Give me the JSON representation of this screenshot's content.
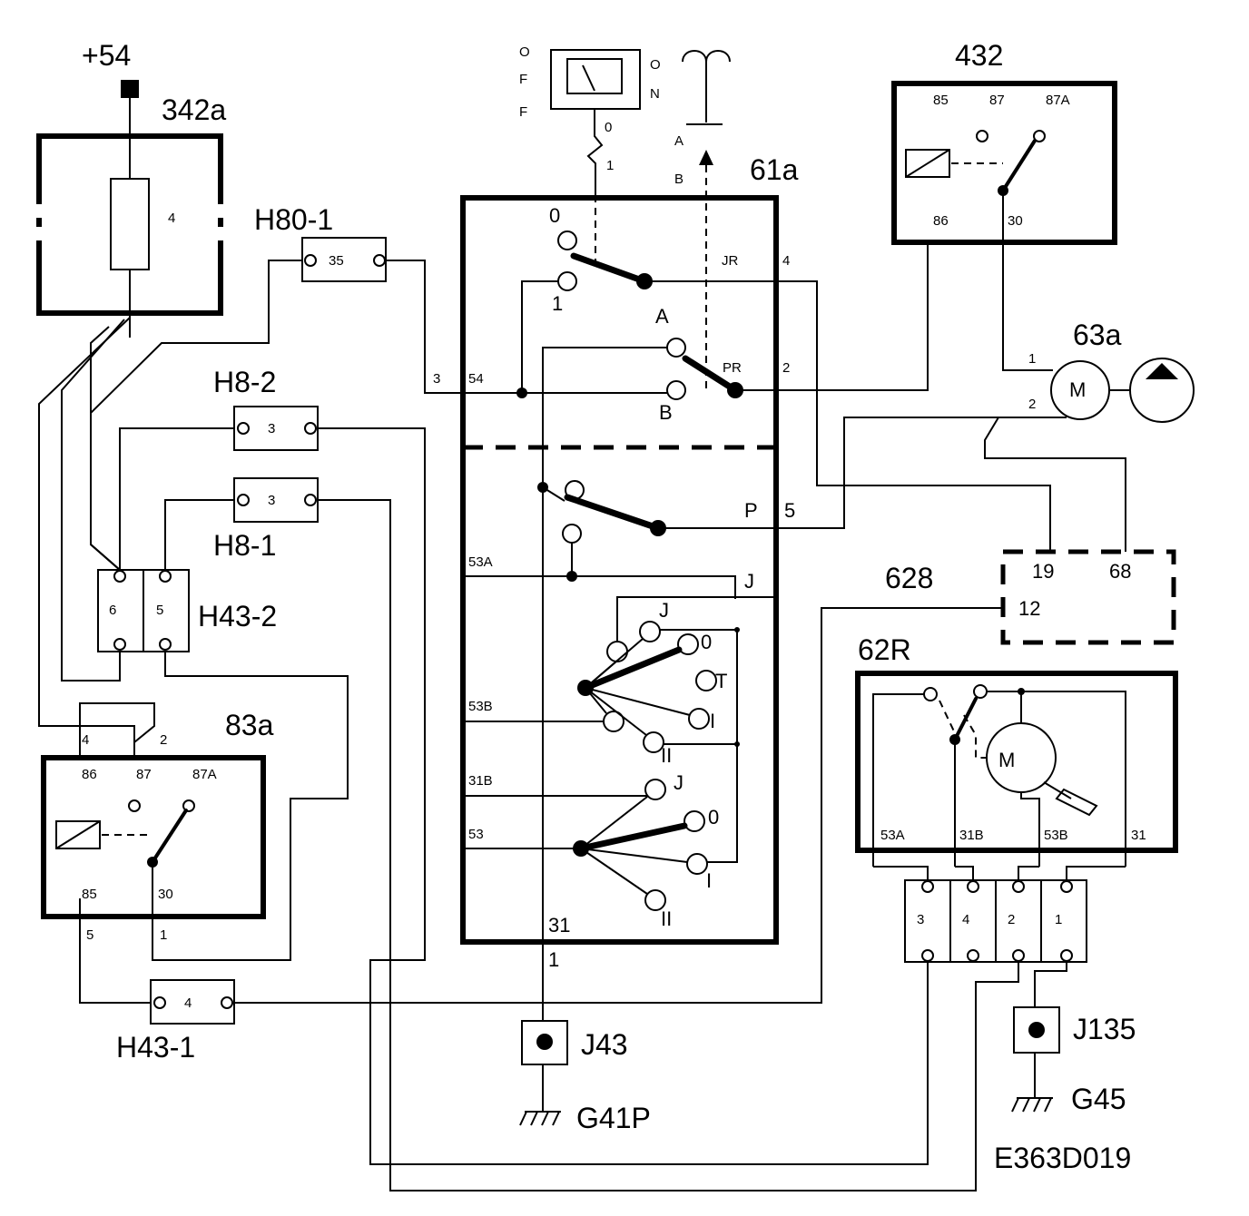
{
  "diagram_id": "E363D019",
  "components": {
    "supply": "+54",
    "fuse_342a": {
      "id": "342a",
      "fuse": "4"
    },
    "relay_432": {
      "id": "432",
      "pins": [
        "85",
        "87",
        "87A",
        "86",
        "30"
      ]
    },
    "switch_61a": {
      "id": "61a",
      "labels": [
        "0",
        "1",
        "A",
        "B",
        "JR",
        "PR",
        "P",
        "J",
        "T",
        "I",
        "II"
      ],
      "terminals": [
        "54",
        "53A",
        "53B",
        "31B",
        "53",
        "31"
      ],
      "pins": [
        "3",
        "4",
        "2",
        "5",
        "1"
      ]
    },
    "indicator": {
      "off_label": [
        "O",
        "F",
        "F"
      ],
      "on_label": [
        "O",
        "N"
      ],
      "pin0": "0",
      "pin1": "1",
      "pin_a": "A",
      "pin_b": "B"
    },
    "pump_63a": {
      "id": "63a",
      "motor": "M",
      "pins": [
        "1",
        "2"
      ]
    },
    "module_628": {
      "id": "628",
      "pins": [
        "19",
        "68",
        "12"
      ]
    },
    "motor_62R": {
      "id": "62R",
      "motor": "M",
      "pins": [
        "53A",
        "31B",
        "53B",
        "31"
      ]
    },
    "connector_4pin": {
      "pins": [
        "3",
        "4",
        "2",
        "1"
      ]
    },
    "relay_83a": {
      "id": "83a",
      "pins": [
        "86",
        "87",
        "87A",
        "85",
        "30"
      ],
      "ext_pins": [
        "4",
        "2",
        "5",
        "1"
      ]
    },
    "connectors": {
      "H80_1": {
        "id": "H80-1",
        "pin": "35"
      },
      "H8_2": {
        "id": "H8-2",
        "pin": "3"
      },
      "H8_1": {
        "id": "H8-1",
        "pin": "3"
      },
      "H43_2": {
        "id": "H43-2",
        "pins": [
          "6",
          "5"
        ]
      },
      "H43_1": {
        "id": "H43-1",
        "pin": "4"
      }
    },
    "grounds": {
      "J43": "J43",
      "G41P": "G41P",
      "J135": "J135",
      "G45": "G45"
    }
  }
}
